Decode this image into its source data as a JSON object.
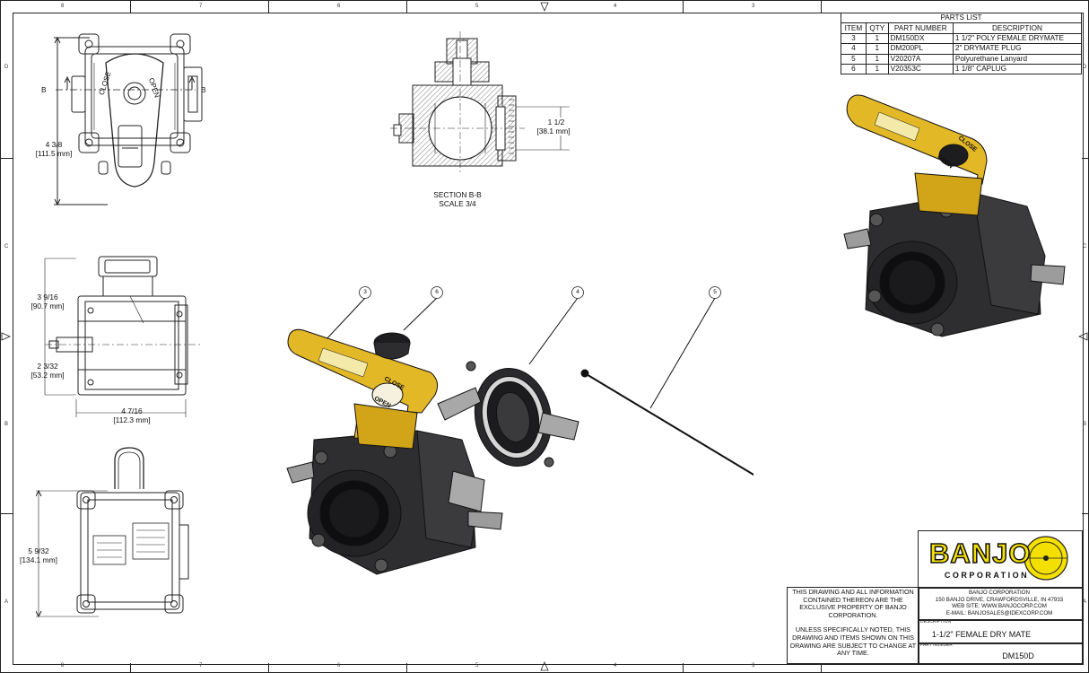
{
  "zones": {
    "columns": [
      "8",
      "7",
      "6",
      "5",
      "4",
      "3"
    ],
    "rows": [
      "D",
      "C",
      "B",
      "A"
    ]
  },
  "parts_list": {
    "title": "PARTS LIST",
    "headers": [
      "ITEM",
      "QTY",
      "PART NUMBER",
      "DESCRIPTION"
    ],
    "rows": [
      [
        "3",
        "1",
        "DM150DX",
        "1 1/2\" POLY FEMALE DRYMATE"
      ],
      [
        "4",
        "1",
        "DM200PL",
        "2\" DRYMATE PLUG"
      ],
      [
        "5",
        "1",
        "V20207A",
        "Polyurethane Lanyard"
      ],
      [
        "6",
        "1",
        "V20353C",
        "1 1/8\" CAPLUG"
      ]
    ]
  },
  "dimensions": {
    "top_height": "4 3/8",
    "top_height_mm": "[111.5 mm]",
    "section_dia": "1 1/2",
    "section_dia_mm": "[38.1 mm]",
    "mid_upper": "3 9/16",
    "mid_upper_mm": "[90.7 mm]",
    "mid_lower": "2 3/32",
    "mid_lower_mm": "[53.2 mm]",
    "mid_width": "4 7/16",
    "mid_width_mm": "[112.3 mm]",
    "bottom_height": "5 9/32",
    "bottom_height_mm": "[134.1 mm]"
  },
  "section": {
    "marker": "B",
    "title": "SECTION B-B",
    "scale": "SCALE 3/4"
  },
  "handle_text": {
    "close": "CLOSE",
    "open": "OPEN"
  },
  "balloons": [
    "3",
    "6",
    "4",
    "5"
  ],
  "title_block": {
    "logo_top": "BANJO",
    "logo_bottom": "CORPORATION",
    "company": "BANJO CORPORATION",
    "address": "150 BANJO DRIVE, CRAWFORDSVILLE, IN 47933",
    "web": "WEB SITE: WWW.BANJOCORP.COM",
    "email": "E-MAIL: BANJOSALES@IDEXCORP.COM",
    "notice_1": "THIS DRAWING AND ALL INFORMATION CONTAINED THEREON ARE THE EXCLUSIVE PROPERTY OF BANJO CORPORATION.",
    "notice_2": "UNLESS SPECIFICALLY NOTED, THIS DRAWING AND ITEMS SHOWN ON THIS DRAWING ARE SUBJECT TO CHANGE AT ANY TIME.",
    "description_caption": "DESCRIPTION",
    "description": "1-1/2\" FEMALE DRY MATE",
    "part_number_caption": "PART NUMBER",
    "part_number": "DM150D"
  },
  "colors": {
    "handle_yellow": "#e3b826",
    "body_dark": "#2e2e30",
    "logo_yellow": "#f4e000",
    "line": "#222222"
  }
}
